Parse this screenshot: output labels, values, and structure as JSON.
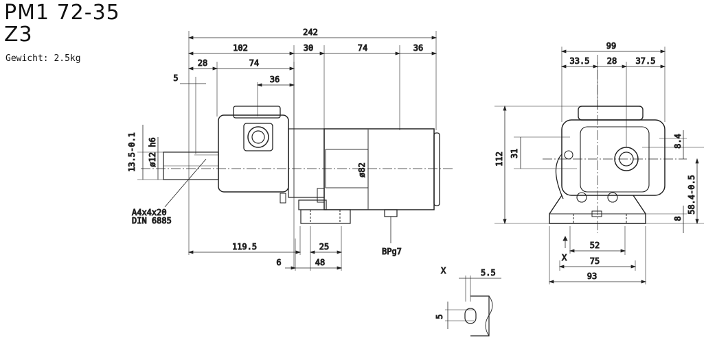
{
  "title": {
    "line1": "PM1 72-35",
    "line2": "Z3"
  },
  "weight": "Gewicht: 2.5kg",
  "front_view": {
    "dims": {
      "d242": "242",
      "d102": "102",
      "d30": "30",
      "d74a": "74",
      "d36a": "36",
      "d28": "28",
      "d74b": "74",
      "d5": "5",
      "d36b": "36",
      "d119_5": "119.5",
      "d25": "25",
      "d6": "6",
      "d48": "48",
      "d13_5": "13.5-0.1",
      "d12": "ø12 h6",
      "d82": "ø82"
    },
    "key_label": "A4x4x20\nDIN 6885",
    "key_line1": "A4x4x20",
    "key_line2": "DIN 6885",
    "gland_label": "BPg7"
  },
  "side_view": {
    "dims": {
      "d99": "99",
      "d33_5": "33.5",
      "d28": "28",
      "d37_5": "37.5",
      "d112": "112",
      "d31": "31",
      "d8_4": "8.4",
      "d58_4": "58.4-0.5",
      "d8": "8",
      "d52": "52",
      "d75": "75",
      "d93": "93"
    },
    "x_marker": "X"
  },
  "detail_x": {
    "label": "X",
    "d5_5": "5.5",
    "d5": "5"
  }
}
